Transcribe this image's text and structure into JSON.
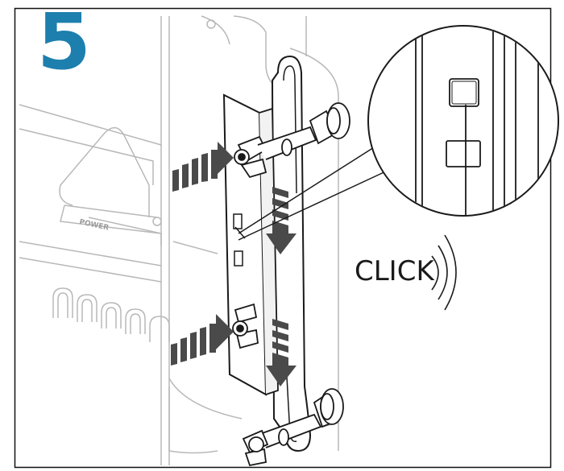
{
  "step": {
    "number": "5",
    "color": "#1d7fae"
  },
  "device": {
    "power_label": "POWER"
  },
  "callout": {
    "click_text": "CLICK"
  },
  "colors": {
    "arrow_fill": "#4a4a4a",
    "line_dark": "#1a1a1a",
    "line_light": "#b8b8b8",
    "frame": "#111111"
  }
}
